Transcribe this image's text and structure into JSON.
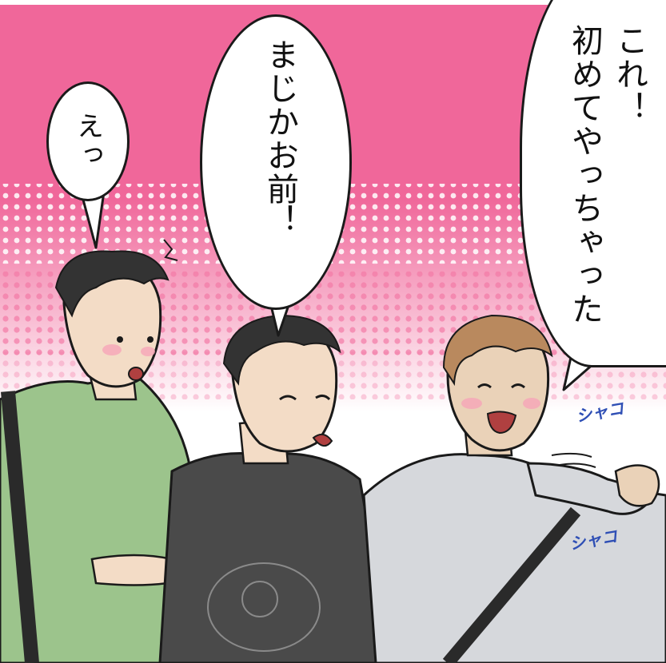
{
  "speech": {
    "left": "えっ",
    "middle_col1": "まじかお前",
    "middle_col2": "！",
    "right_col1": "これ！",
    "right_col2": "初めてやっちゃった"
  },
  "sfx": {
    "upper": "シャコ",
    "lower": "シャコ"
  },
  "colors": {
    "background_pink": "#f0679a",
    "halftone_dot": "#f37aa6",
    "green_shirt": "#9cc48c",
    "black_shirt": "#4a4a4a",
    "grey_shirt": "#d6d8dc",
    "sfx_blue": "#2f4fb5"
  },
  "figures": [
    "character-left-green-shirt",
    "character-middle-black-shirt",
    "character-right-grey-shirt"
  ]
}
